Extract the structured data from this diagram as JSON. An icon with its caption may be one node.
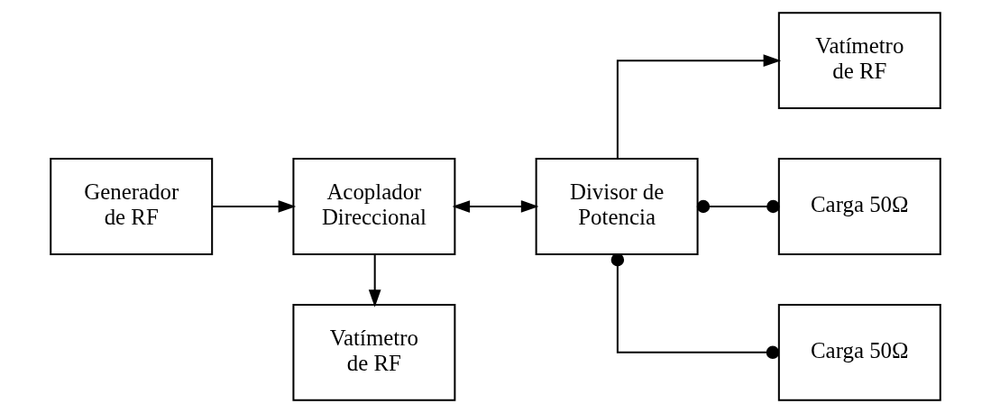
{
  "diagram": {
    "nodes": [
      {
        "text": [
          "Vatímetro de RF"
        ]
      },
      {
        "text": [
          "Vatímetro de RF"
        ]
      },
      {
        "text": [
          "Generador de RF"
        ]
      },
      {
        "text": [
          "Acoplador Direccional"
        ]
      },
      {
        "text": [
          "Divisor de Potencia"
        ]
      },
      {
        "text": [
          "Carga 50Ω"
        ]
      },
      {
        "text": [
          "Carga 50Ω"
        ]
      }
    ],
    "edges": [
      {
        "from": 2,
        "to": 3,
        "arrow": "to"
      },
      {
        "from": 3,
        "to": 0,
        "arrow": "to"
      },
      {
        "from": 3,
        "to": 4,
        "arrow": "both"
      },
      {
        "from": 4,
        "to": 1,
        "arrow": "to"
      },
      {
        "from": 4,
        "to": 5,
        "arrow": "other"
      },
      {
        "from": 4,
        "to": 6,
        "arrow": "other"
      }
    ]
  }
}
